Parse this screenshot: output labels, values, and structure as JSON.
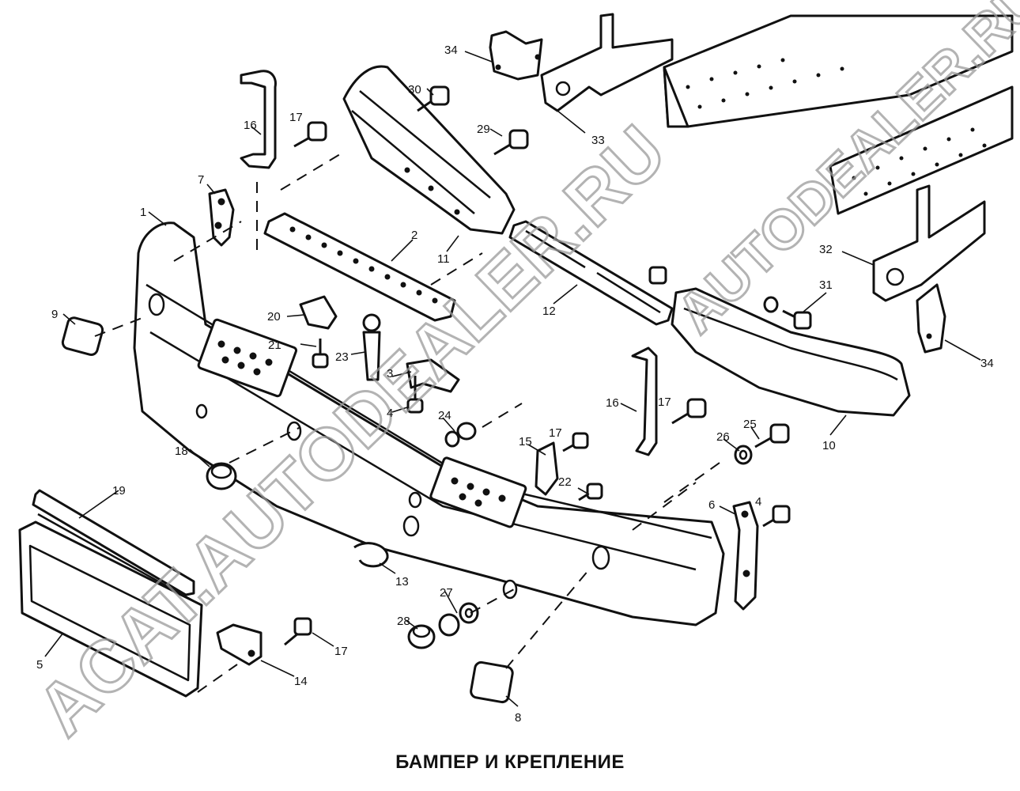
{
  "diagram": {
    "caption": "БАМПЕР И КРЕПЛЕНИЕ",
    "watermark_diagonal": "ACAT.AUTODEALER.RU",
    "watermark_top": "AUTODEALER.RU",
    "part_numbers": [
      "1",
      "2",
      "3",
      "4",
      "4",
      "5",
      "6",
      "7",
      "8",
      "9",
      "10",
      "11",
      "12",
      "13",
      "14",
      "15",
      "16",
      "16",
      "17",
      "17",
      "17",
      "17",
      "18",
      "19",
      "20",
      "21",
      "22",
      "23",
      "24",
      "25",
      "26",
      "27",
      "28",
      "29",
      "30",
      "31",
      "32",
      "33",
      "34",
      "34"
    ]
  }
}
